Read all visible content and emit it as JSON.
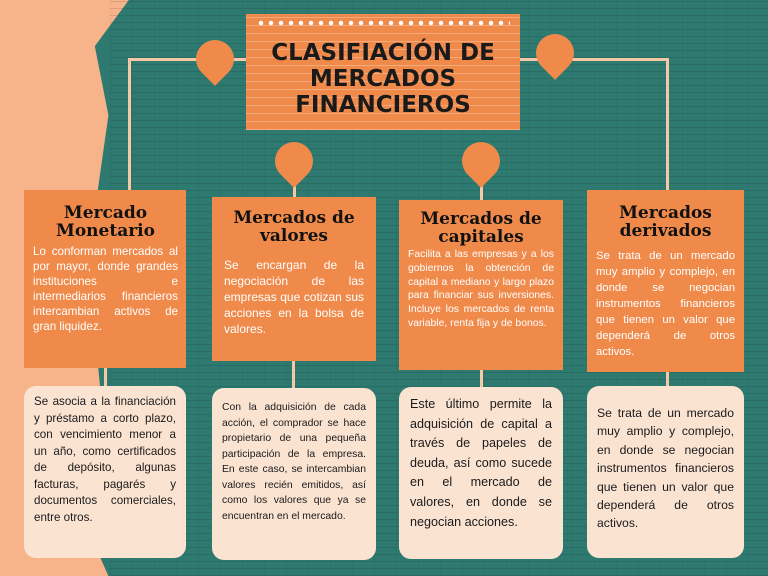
{
  "title": "CLASIFIACIÓN DE MERCADOS FINANCIEROS",
  "categories": [
    {
      "title": "Mercado Monetario",
      "description": "Lo conforman mercados al por mayor, donde grandes instituciones e intermediarios financieros intercambian activos de gran liquidez.",
      "detail": "Se asocia a la financiación y préstamo a corto plazo, con vencimiento menor a un año, como certificados de depósito, algunas facturas, pagarés y documentos comerciales, entre otros."
    },
    {
      "title": "Mercados de valores",
      "description": "Se encargan de la negociación de las empresas que cotizan sus acciones en la bolsa de valores.",
      "detail": "Con la adquisición de cada acción, el comprador se hace propietario de una pequeña participación de la empresa. En este caso, se intercambian valores recién emitidos, así como los valores que ya se encuentran en el mercado."
    },
    {
      "title": "Mercados de capitales",
      "description": "Facilita a las empresas y a los gobiernos la obtención de capital a mediano y largo plazo para financiar sus inversiones. Incluye los mercados de renta variable, renta fija y de bonos.",
      "detail": "Este último permite la adquisición de capital a través de papeles de deuda, así como sucede en el mercado de valores, en donde se negocian acciones."
    },
    {
      "title": "Mercados derivados",
      "description": "Se trata de un mercado muy amplio y complejo, en donde se negocian instrumentos financieros que tienen un valor que dependerá de otros activos.",
      "detail": "Se trata de un mercado muy amplio y complejo, en donde se negocian instrumentos financieros que tienen un valor que dependerá de otros activos."
    }
  ]
}
